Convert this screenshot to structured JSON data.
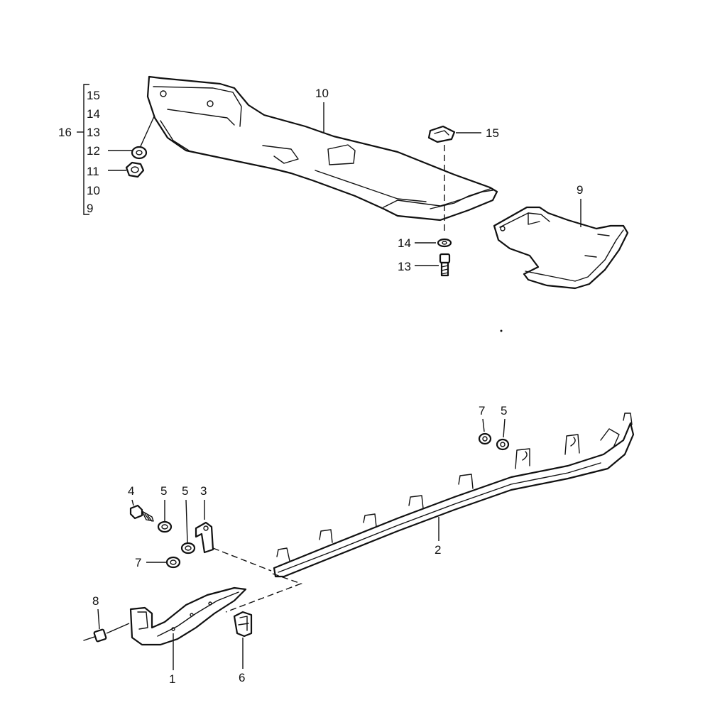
{
  "callouts": {
    "group_15": "15",
    "group_14": "14",
    "group_16": "16",
    "group_13": "13",
    "item_12": "12",
    "item_11": "11",
    "group_10": "10",
    "group_9": "9",
    "top_10": "10",
    "top_15": "15",
    "top_9": "9",
    "top_14": "14",
    "top_13": "13",
    "bot_7a": "7",
    "bot_5a": "5",
    "bot_4": "4",
    "bot_5b": "5",
    "bot_5c": "5",
    "bot_3": "3",
    "bot_2": "2",
    "bot_7b": "7",
    "bot_8": "8",
    "bot_1": "1",
    "bot_6": "6"
  },
  "icons": {
    "rear_cover": "rear-spoiler-cover",
    "end_cap": "end-cap-cover",
    "main_rail": "trim-rail",
    "end_trim": "end-trim-piece",
    "bracket": "bracket",
    "clip": "retaining-clip",
    "fasteners": [
      "nut",
      "washer",
      "screw",
      "bolt",
      "grommet",
      "clip-nut",
      "rivet"
    ]
  },
  "colors": {
    "ink": "#111111",
    "paper": "#ffffff"
  }
}
